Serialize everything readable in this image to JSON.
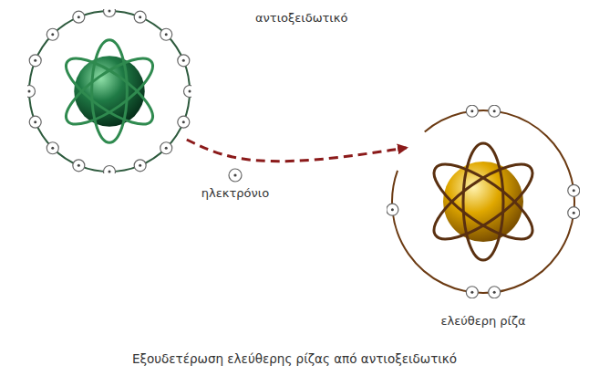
{
  "diagram": {
    "caption": "Εξουδετέρωση ελεύθερης ρίζας από αντιοξειδωτικό",
    "nodes": [
      {
        "text": [
          "αντιοξειδωτικό"
        ]
      },
      {
        "text": [
          "ελεύθερη ρίζα"
        ]
      }
    ],
    "edges": [
      {
        "from": 0,
        "to": 1,
        "arrow": "to"
      }
    ],
    "labels": [
      "ηλεκτρόνιο"
    ]
  }
}
